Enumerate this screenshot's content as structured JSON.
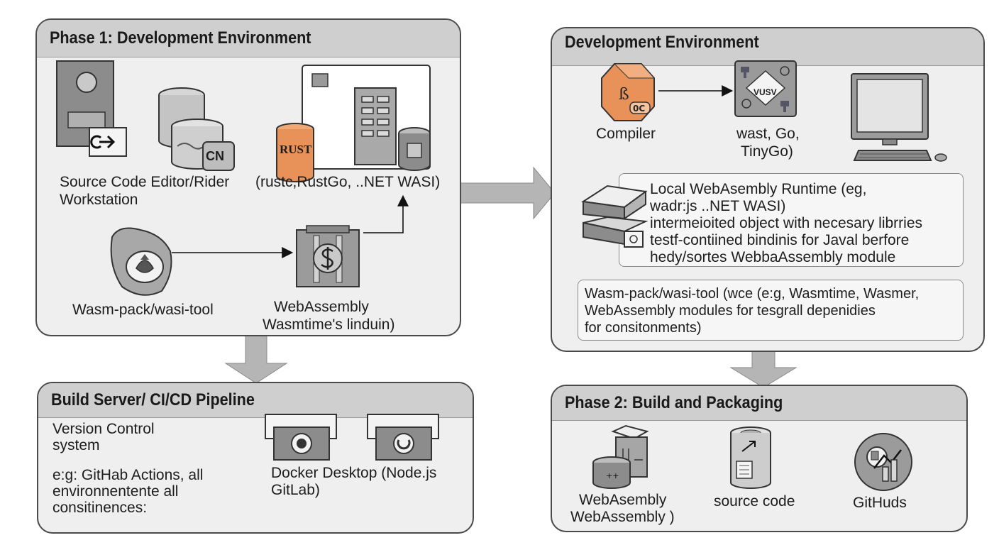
{
  "phase1": {
    "title": "Phase 1: Development Environment",
    "source_label_1": "Source Code Editor/Rider",
    "source_label_2": "Workstation",
    "compiler_label": "(rustc,RustGo, ..NET WASI)",
    "wasm_pack_label": "Wasm-pack/wasi-tool",
    "webassembly_label_1": "WebAssembly",
    "webassembly_label_2": "Wasmtime's linduin)",
    "rust_text": "RUST",
    "cn_text": "CN"
  },
  "dev_env": {
    "title": "Development Environment",
    "compiler_label": "Compiler",
    "wasi_label_1": "wast, Go,",
    "wasi_label_2": "TinyGo)",
    "wasi_chip_text": "VUSV",
    "runtime_lines": [
      "Local WebAsembly Runtime (eg,",
      "wadr:js ..NET WASI)",
      "intermeioited object with necesary librries",
      "testf-contiined bindinis for Javal berfore",
      "hedy/sortes WebbaAssembly module"
    ],
    "tools_lines": [
      "Wasm-pack/wasi-tool (wce (e:g, Wasmtime, Wasmer,",
      "WebAssembly modules for tesgrall depenidies",
      "for consitonments)"
    ]
  },
  "build_server": {
    "title": "Build Server/ CI/CD Pipeline",
    "vc_label_1": "Version Control",
    "vc_label_2": "system",
    "actions_lines": [
      "e:g: GitHab Actions, all",
      "environnentente all",
      "consitinences:"
    ],
    "docker_label_1": "Docker Desktop (Node.js",
    "docker_label_2": "GitLab)"
  },
  "phase2": {
    "title": "Phase 2: Build and Packaging",
    "wasm_label_1": "WebAsembly",
    "wasm_label_2": "WebAssembly )",
    "source_label": "source code",
    "github_label": "GitHuds"
  },
  "colors": {
    "header_gray": "#cfcfcf",
    "panel_bg": "#efefef",
    "icon_gray": "#8c8c8c",
    "icon_orange": "#e8925a",
    "arrow_gray": "#b3b3b3"
  }
}
